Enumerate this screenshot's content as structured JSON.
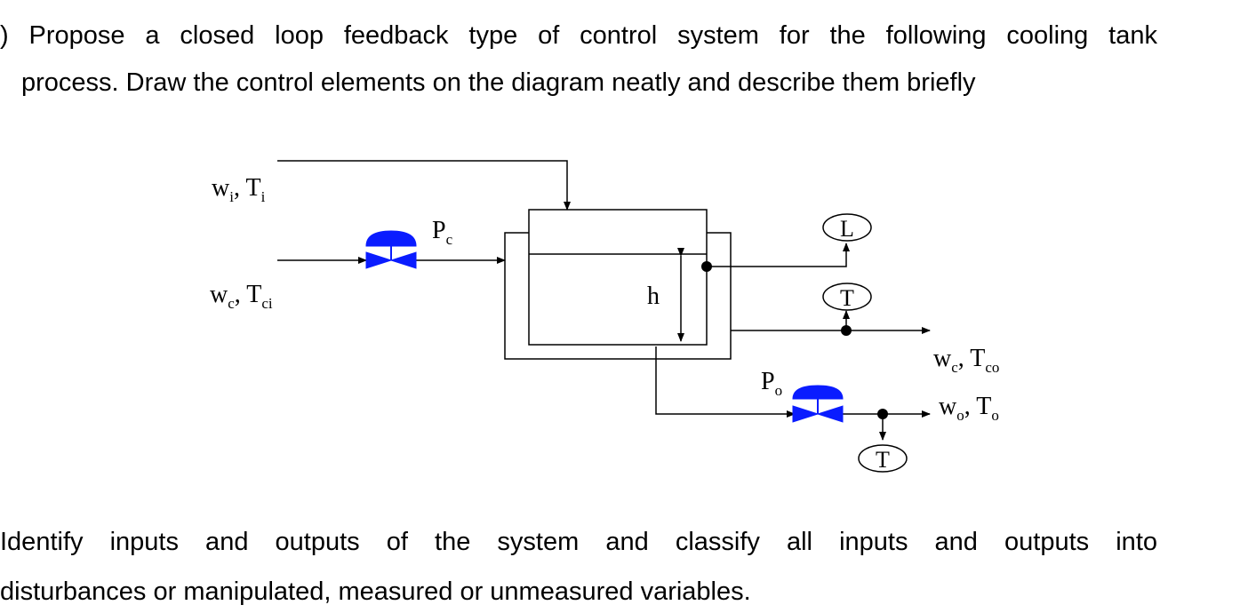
{
  "question1": {
    "line1": ") Propose a closed loop feedback type of control system for the following cooling tank",
    "line2": "process. Draw the control elements on the diagram neatly and describe them briefly"
  },
  "diagram": {
    "inlet_w": "w",
    "inlet_w_sub": "i",
    "inlet_T": "T",
    "inlet_T_sub": "i",
    "coolant_in_w": "w",
    "coolant_in_w_sub": "c",
    "coolant_in_T": "T",
    "coolant_in_T_sub": "ci",
    "coolant_valve_P": "P",
    "coolant_valve_P_sub": "c",
    "level_h": "h",
    "level_transmitter": "L",
    "temp_transmitter_coolant": "T",
    "temp_transmitter_outlet": "T",
    "coolant_out_w": "w",
    "coolant_out_w_sub": "c",
    "coolant_out_T": "T",
    "coolant_out_T_sub": "co",
    "outlet_valve_P": "P",
    "outlet_valve_P_sub": "o",
    "outlet_w": "w",
    "outlet_w_sub": "o",
    "outlet_T": "T",
    "outlet_T_sub": "o",
    "valve_color": "#0a1cff"
  },
  "question2": {
    "line1": "Identify inputs and outputs of the system and classify all inputs and outputs into",
    "line2": "disturbances or manipulated, measured or unmeasured variables."
  }
}
